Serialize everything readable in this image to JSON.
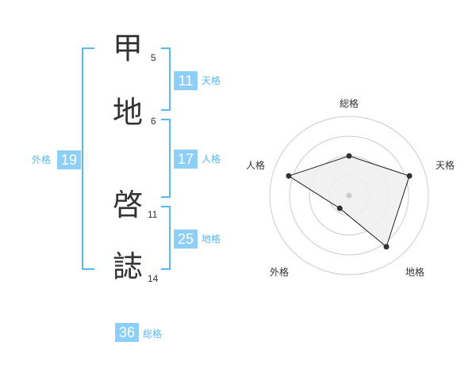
{
  "name": {
    "chars": [
      {
        "char": "甲",
        "strokes": "5"
      },
      {
        "char": "地",
        "strokes": "6"
      },
      {
        "char": "啓",
        "strokes": "11"
      },
      {
        "char": "誌",
        "strokes": "14"
      }
    ]
  },
  "kaku": {
    "tenkaku": {
      "value": "11",
      "label": "天格"
    },
    "jinkaku": {
      "value": "17",
      "label": "人格"
    },
    "chikaku": {
      "value": "25",
      "label": "地格"
    },
    "gaikaku": {
      "value": "19",
      "label": "外格"
    },
    "soukaku": {
      "value": "36",
      "label": "総格"
    }
  },
  "colors": {
    "accent": "#5bb8ee",
    "box": "#8dcff7",
    "text": "#333333",
    "grid": "#cccccc",
    "fill": "#eeeeee"
  },
  "chart_data": {
    "type": "radar",
    "axes": [
      "総格",
      "天格",
      "地格",
      "外格",
      "人格"
    ],
    "values": [
      0.5,
      0.8,
      0.8,
      0.2,
      0.8
    ],
    "scale": [
      0,
      1
    ],
    "rings": 4,
    "grid": true
  }
}
